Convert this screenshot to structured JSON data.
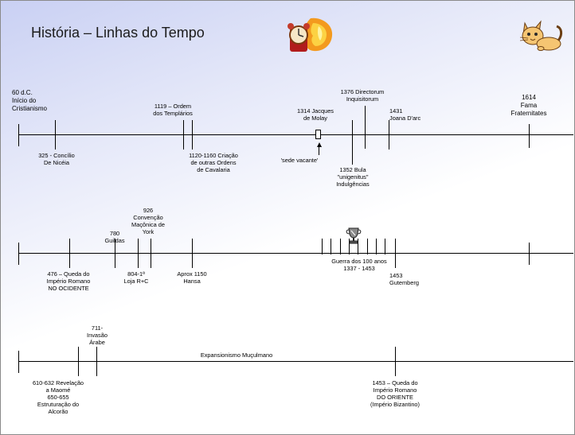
{
  "title": "História – Linhas do Tempo",
  "icons": {
    "clock_fire": "clock-fire-clipart",
    "cat": "cat-clipart",
    "antique_pen": "trophy-clipart"
  },
  "row1": {
    "labels": {
      "early_christianity": [
        "60 d.C.",
        "Início do",
        "Cristianismo"
      ],
      "templars": [
        "1119 – Ordem",
        "dos Templários"
      ],
      "molay": [
        "1314 Jacques",
        "de Molay"
      ],
      "directorum": [
        "1376 Directorum",
        "Inquisitorum"
      ],
      "joan": [
        "1431",
        "Joana D'arc"
      ],
      "fama": [
        "1614",
        "Fama",
        "Fraternitates"
      ],
      "nicea": [
        "325 - Concílio",
        "De Nicéia"
      ],
      "cavalry": [
        "1120-1160 Criação",
        "de outras Ordens",
        "de Cavalaria"
      ],
      "sede": [
        "'sede vacante'"
      ],
      "bula": [
        "1352 Bula",
        "\"unigenitus\"",
        "Indulgências"
      ]
    }
  },
  "row2": {
    "labels": {
      "convention": [
        "926",
        "Convenção",
        "Maçônica de",
        "York"
      ],
      "guilds": [
        "780",
        "Guildas"
      ],
      "rome_fall": [
        "476 – Queda do",
        "Império Romano",
        "NO OCIDENTE"
      ],
      "rosicrucian": [
        "804-1ª",
        "Loja R+C"
      ],
      "hansa": [
        "Aprox 1150",
        "Hansa"
      ],
      "war": [
        "Guerra dos 100 anos",
        "1337 - 1453"
      ],
      "gutenberg": [
        "1453",
        "Gutemberg"
      ]
    }
  },
  "row3": {
    "labels": {
      "arab": [
        "711-",
        "Invasão",
        "Árabe"
      ],
      "expansion": [
        "Expansionismo Muçulmano"
      ],
      "mohammed": [
        "610-632 Revelação",
        "a Maomé",
        "650-655",
        "Estruturação do",
        "Alcorão"
      ],
      "byzantine": [
        "1453 – Queda do",
        "Império Romano",
        "DO ORIENTE",
        "(Império Bizantino)"
      ]
    }
  }
}
